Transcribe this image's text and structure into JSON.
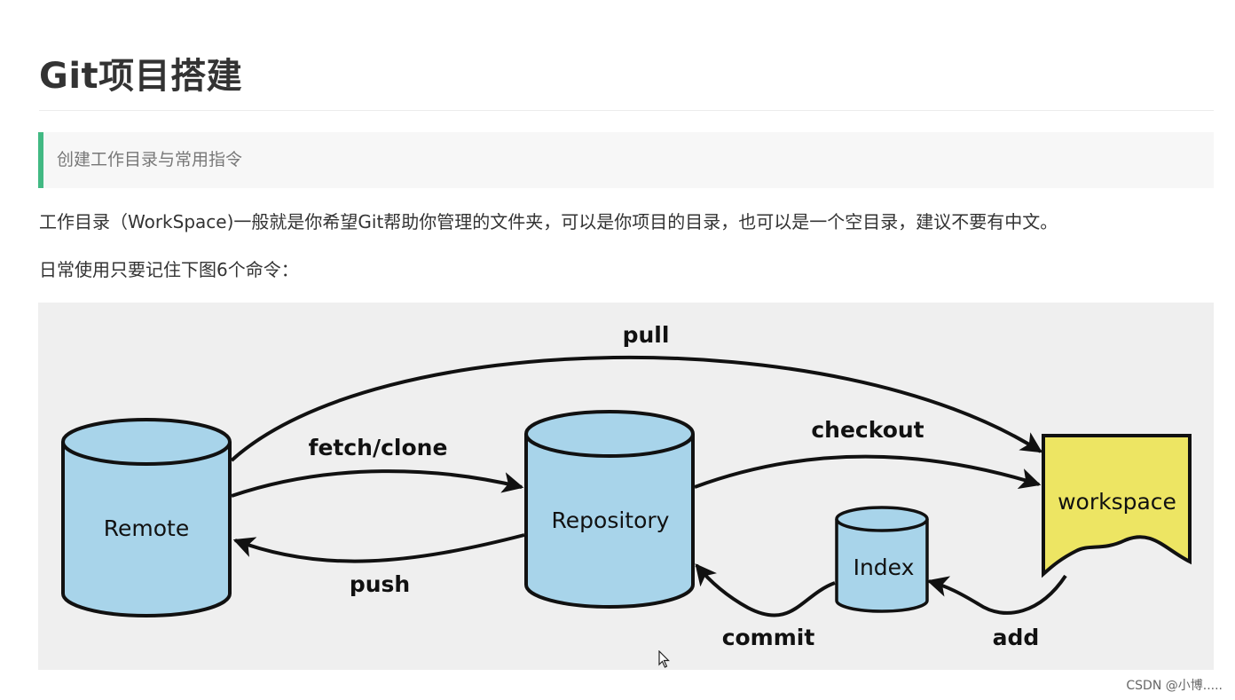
{
  "article": {
    "title": "Git项目搭建",
    "quote": "创建工作目录与常用指令",
    "paragraph_1": "工作目录（WorkSpace)一般就是你希望Git帮助你管理的文件夹，可以是你项目的目录，也可以是一个空目录，建议不要有中文。",
    "paragraph_2": "日常使用只要记住下图6个命令："
  },
  "diagram": {
    "nodes": {
      "remote": "Remote",
      "repository": "Repository",
      "index": "Index",
      "workspace": "workspace"
    },
    "commands": {
      "pull": "pull",
      "fetch_clone": "fetch/clone",
      "push": "push",
      "checkout": "checkout",
      "commit": "commit",
      "add": "add"
    },
    "colors": {
      "cylinder_fill": "#a8d4ea",
      "workspace_fill": "#ede563",
      "stroke": "#111111",
      "background": "#efefef"
    }
  },
  "watermark": "CSDN @小博....."
}
